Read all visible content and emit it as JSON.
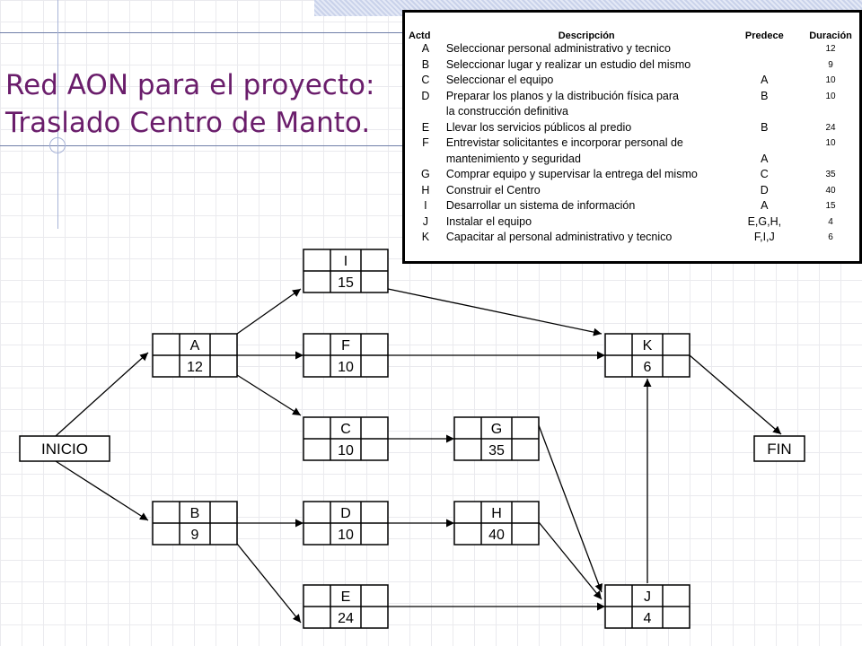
{
  "slide": {
    "title_line1": "Red AON para el proyecto:",
    "title_line2": "Traslado Centro de Manto."
  },
  "activity_table": {
    "headers": [
      "Actd",
      "Descripción",
      "Predece",
      "Duración"
    ],
    "rows": [
      {
        "code": "A",
        "description": "Seleccionar personal administrativo y tecnico",
        "predecessor": "",
        "duration": "12"
      },
      {
        "code": "B",
        "description": "Seleccionar lugar y realizar un estudio del mismo",
        "predecessor": "",
        "duration": "9"
      },
      {
        "code": "C",
        "description": "Seleccionar el equipo",
        "predecessor": "A",
        "duration": "10"
      },
      {
        "code": "D",
        "description": "Preparar los planos y la distribución física para",
        "predecessor": "B",
        "duration": "10"
      },
      {
        "code": "",
        "description": "la construcción definitiva",
        "predecessor": "",
        "duration": ""
      },
      {
        "code": "E",
        "description": "Llevar los servicios públicos al predio",
        "predecessor": "B",
        "duration": "24"
      },
      {
        "code": "F",
        "description": "Entrevistar solicitantes e incorporar personal de",
        "predecessor": "",
        "duration": "10"
      },
      {
        "code": "",
        "description": "  mantenimiento y seguridad",
        "predecessor": "A",
        "duration": ""
      },
      {
        "code": "G",
        "description": "Comprar equipo y supervisar la entrega del mismo",
        "predecessor": "C",
        "duration": "35"
      },
      {
        "code": "H",
        "description": "Construir el Centro",
        "predecessor": "D",
        "duration": "40"
      },
      {
        "code": "I",
        "description": "Desarrollar un sistema de información",
        "predecessor": "A",
        "duration": "15"
      },
      {
        "code": "J",
        "description": "Instalar el equipo",
        "predecessor": "E,G,H,",
        "duration": "4"
      },
      {
        "code": "K",
        "description": "Capacitar al personal administrativo y tecnico",
        "predecessor": "F,I,J",
        "duration": "6"
      }
    ]
  },
  "network": {
    "nodes": [
      {
        "id": "I",
        "label": "I",
        "duration": "15"
      },
      {
        "id": "A",
        "label": "A",
        "duration": "12"
      },
      {
        "id": "F",
        "label": "F",
        "duration": "10"
      },
      {
        "id": "K",
        "label": "K",
        "duration": "6"
      },
      {
        "id": "C",
        "label": "C",
        "duration": "10"
      },
      {
        "id": "G",
        "label": "G",
        "duration": "35"
      },
      {
        "id": "B",
        "label": "B",
        "duration": "9"
      },
      {
        "id": "D",
        "label": "D",
        "duration": "10"
      },
      {
        "id": "H",
        "label": "H",
        "duration": "40"
      },
      {
        "id": "E",
        "label": "E",
        "duration": "24"
      },
      {
        "id": "J",
        "label": "J",
        "duration": "4"
      }
    ],
    "start_label": "INICIO",
    "end_label": "FIN",
    "edges": [
      [
        "INICIO",
        "A"
      ],
      [
        "INICIO",
        "B"
      ],
      [
        "A",
        "I"
      ],
      [
        "A",
        "F"
      ],
      [
        "A",
        "C"
      ],
      [
        "B",
        "D"
      ],
      [
        "B",
        "E"
      ],
      [
        "I",
        "K"
      ],
      [
        "F",
        "K"
      ],
      [
        "C",
        "G"
      ],
      [
        "D",
        "H"
      ],
      [
        "G",
        "J"
      ],
      [
        "H",
        "J"
      ],
      [
        "E",
        "J"
      ],
      [
        "J",
        "K"
      ],
      [
        "K",
        "FIN"
      ]
    ]
  }
}
